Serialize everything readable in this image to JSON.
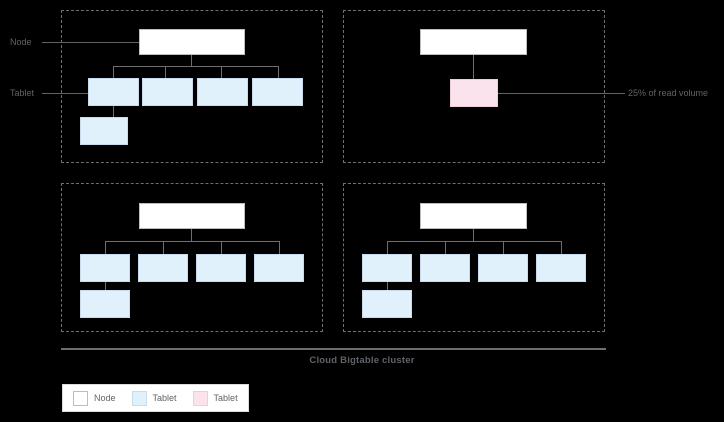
{
  "diagram": {
    "title": "Cloud Bigtable cluster",
    "side_labels": [
      {
        "name": "node-label",
        "text": "Node"
      },
      {
        "name": "tablet-label",
        "text": "Tablet"
      }
    ],
    "annotations": [
      {
        "name": "read-volume-annotation",
        "text": "25% of read volume"
      }
    ],
    "legend": {
      "items": [
        {
          "label": "Node",
          "swatch": "node",
          "color": "#ffffff"
        },
        {
          "label": "Tablet",
          "swatch": "tablet",
          "color": "#e1f1fb"
        },
        {
          "label": "Tablet",
          "swatch": "tablet-pink",
          "color": "#fae3ec"
        }
      ]
    },
    "panels": [
      {
        "name": "node-panel-top-left",
        "node": {
          "label": ""
        },
        "tablets_row": 4,
        "tablets_second_row": 1,
        "highlight": "none"
      },
      {
        "name": "node-panel-top-right",
        "node": {
          "label": ""
        },
        "tablets_row": 0,
        "tablets_second_row": 0,
        "highlight": "pink-tablet"
      },
      {
        "name": "node-panel-bottom-left",
        "node": {
          "label": ""
        },
        "tablets_row": 4,
        "tablets_second_row": 1,
        "highlight": "none"
      },
      {
        "name": "node-panel-bottom-right",
        "node": {
          "label": ""
        },
        "tablets_row": 4,
        "tablets_second_row": 1,
        "highlight": "none"
      }
    ],
    "colors": {
      "node_fill": "#ffffff",
      "tablet_fill": "#e1f1fb",
      "tablet_hot_fill": "#fae3ec",
      "connector": "#6e6e6e",
      "panel_border": "#6e6e6e",
      "text": "#5f6368",
      "background": "#000000"
    }
  }
}
